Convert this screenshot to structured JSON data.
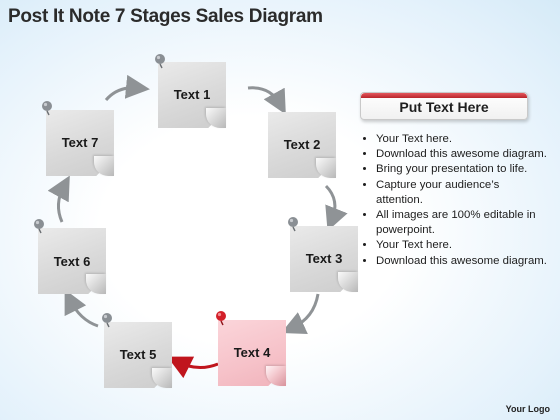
{
  "title": "Post It Note 7 Stages Sales Diagram",
  "notes": [
    {
      "label": "Text 1",
      "color": "#d9d9d9"
    },
    {
      "label": "Text 2",
      "color": "#d9d9d9"
    },
    {
      "label": "Text 3",
      "color": "#d9d9d9"
    },
    {
      "label": "Text 4",
      "color": "#f6c2c9"
    },
    {
      "label": "Text 5",
      "color": "#d9d9d9"
    },
    {
      "label": "Text 6",
      "color": "#d9d9d9"
    },
    {
      "label": "Text 7",
      "color": "#d9d9d9"
    }
  ],
  "pin_colors": {
    "default": "#8a8f94",
    "highlight": "#d3202a"
  },
  "arrow_colors": {
    "default": "#8f9396",
    "highlight": "#c0151d"
  },
  "panel": {
    "header": "Put Text Here",
    "accent": "#c4262d",
    "bullets": [
      "Your Text here.",
      "Download this awesome diagram.",
      "Bring your presentation to life.",
      "Capture your audience’s attention.",
      "All images are 100% editable in powerpoint.",
      "Your Text here.",
      "Download this awesome diagram."
    ]
  },
  "footer": {
    "logo": "Your Logo"
  }
}
